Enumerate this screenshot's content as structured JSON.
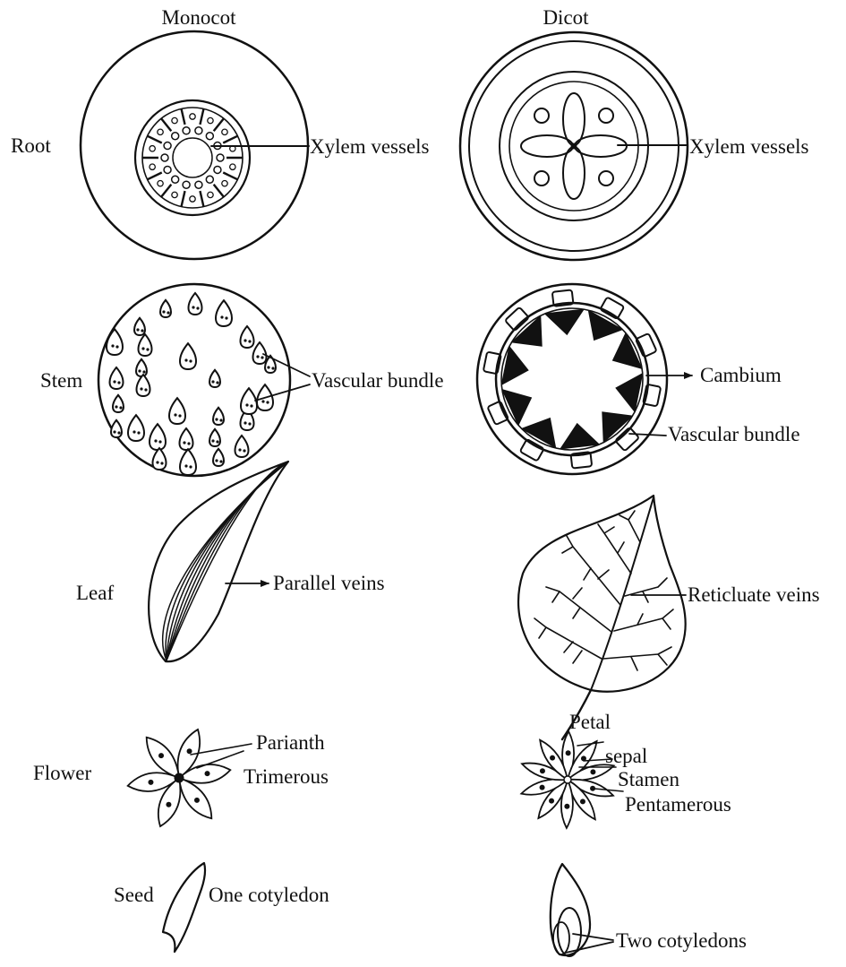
{
  "columns": {
    "monocot": "Monocot",
    "dicot": "Dicot"
  },
  "rows": {
    "root": "Root",
    "stem": "Stem",
    "leaf": "Leaf",
    "flower": "Flower",
    "seed": "Seed"
  },
  "labels": {
    "monocot_root": "Xylem vessels",
    "dicot_root": "Xylem vessels",
    "monocot_stem": "Vascular bundle",
    "dicot_stem_cambium": "Cambium",
    "dicot_stem_bundle": "Vascular bundle",
    "monocot_leaf": "Parallel veins",
    "dicot_leaf": "Reticluate veins",
    "monocot_flower_1": "Parianth",
    "monocot_flower_2": "Trimerous",
    "dicot_flower_petal": "Petal",
    "dicot_flower_sepal": "sepal",
    "dicot_flower_stamen": "Stamen",
    "dicot_flower_type": "Pentamerous",
    "monocot_seed": "One cotyledon",
    "dicot_seed": "Two cotyledons"
  }
}
